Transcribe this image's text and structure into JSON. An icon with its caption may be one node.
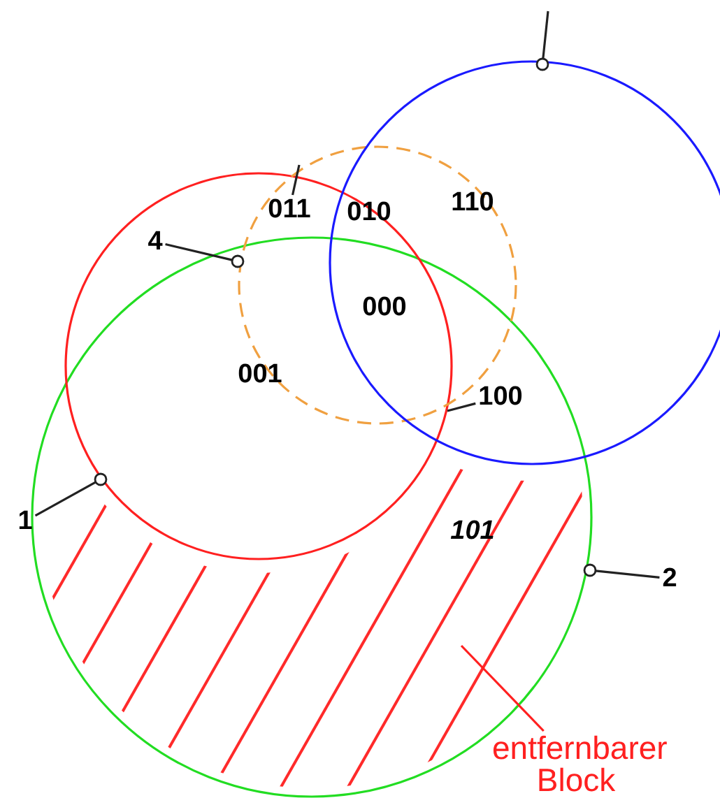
{
  "diagram": {
    "nodes": [
      {
        "text": [],
        "shape": "circle"
      },
      {
        "text": [],
        "shape": "circle"
      },
      {
        "text": [],
        "shape": "circle"
      },
      {
        "text": [],
        "shape": "circle"
      },
      {
        "text": [
          "4"
        ]
      },
      {
        "text": [
          "1"
        ]
      },
      {
        "text": [
          "2"
        ]
      },
      {
        "text": [
          "011"
        ]
      },
      {
        "text": [
          "100"
        ]
      },
      {
        "text": [
          "entfernbarer Block"
        ]
      }
    ],
    "edges": [
      {
        "from": 5,
        "to": 0,
        "arrow": "none"
      },
      {
        "from": 4,
        "to": 1,
        "arrow": "none"
      },
      {
        "from": null,
        "to": 2,
        "arrow": "none"
      },
      {
        "from": 6,
        "to": 3,
        "arrow": "none"
      },
      {
        "from": 7,
        "to": null,
        "arrow": "none"
      },
      {
        "from": 8,
        "to": null,
        "arrow": "none"
      },
      {
        "from": 9,
        "to": null,
        "arrow": "none",
        "color": "#ff2020"
      }
    ],
    "labels": [
      "010",
      "110",
      "000",
      "001",
      "101"
    ]
  }
}
